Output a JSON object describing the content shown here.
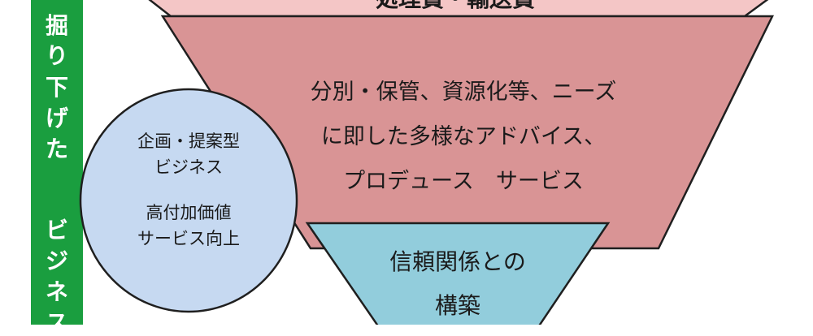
{
  "colors": {
    "top_band_fill": "#f4c6c6",
    "middle_fill": "#d99495",
    "bottom_fill": "#92cddc",
    "circle_fill": "#c6d9f1",
    "left_bar_fill": "#1a9e3f",
    "stroke": "#1f1f1f"
  },
  "top_band": {
    "label": "処理費・輸送費"
  },
  "middle": {
    "lines": [
      "分別・保管、資源化等、ニーズ",
      "に即した多様なアドバイス、",
      "プロデュース　サービス"
    ]
  },
  "bottom": {
    "lines": [
      "信頼関係との",
      "構築"
    ]
  },
  "circle": {
    "lines": [
      "企画・提案型",
      "ビジネス",
      "",
      "高付加価値",
      "サービス向上"
    ]
  },
  "left_bar": {
    "chars": [
      "掘",
      "り",
      "下",
      "げ",
      "た",
      "",
      "ビ",
      "ジ",
      "ネ",
      "ス"
    ]
  }
}
